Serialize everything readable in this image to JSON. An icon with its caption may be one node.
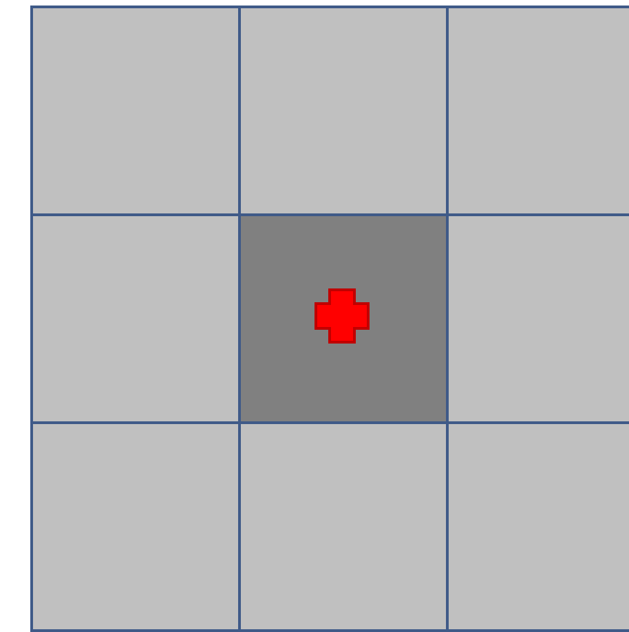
{
  "diagram": {
    "nodes": [
      {
        "text": [],
        "shape": "box"
      },
      {
        "text": [],
        "shape": "box"
      },
      {
        "text": [],
        "shape": "box"
      },
      {
        "text": [],
        "shape": "box"
      },
      {
        "text": [],
        "shape": "box"
      },
      {
        "text": [],
        "shape": "box"
      },
      {
        "text": [],
        "shape": "box"
      },
      {
        "text": [],
        "shape": "box"
      },
      {
        "text": [],
        "shape": "box"
      }
    ]
  }
}
